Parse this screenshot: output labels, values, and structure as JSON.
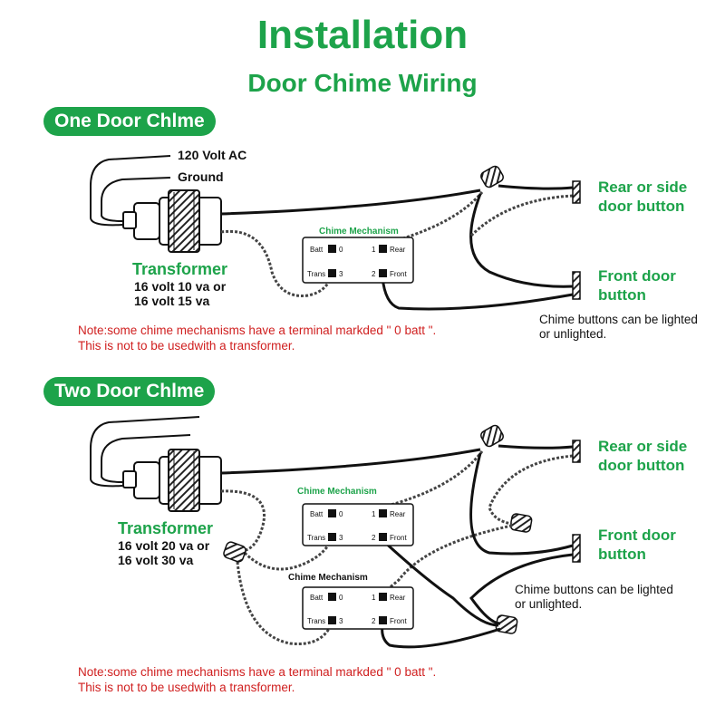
{
  "colors": {
    "accent_green": "#1da34a",
    "note_red": "#d02020",
    "wire": "#111111"
  },
  "header": {
    "title": "Installation",
    "subtitle": "Door Chime Wiring"
  },
  "one_door": {
    "heading": "One Door Chlme",
    "supply_label": "120 Volt AC",
    "ground_label": "Ground",
    "transformer_label": "Transformer",
    "transformer_spec_1": "16 volt 10 va  or",
    "transformer_spec_2": "16 volt 15 va",
    "mechanism_title": "Chime Mechanism",
    "terminals": {
      "batt": "Batt",
      "batt_num": "0",
      "trans": "Trans",
      "trans_num": "3",
      "rear_num": "1",
      "rear": "Rear",
      "front_num": "2",
      "front": "Front"
    },
    "rear_button_1": "Rear or side",
    "rear_button_2": "door button",
    "front_button_1": "Front door",
    "front_button_2": "button",
    "lighted_note_1": "Chime buttons can be lighted",
    "lighted_note_2": "or unlighted.",
    "warning_1": "Note:some chime mechanisms have a terminal markded \" 0 batt \".",
    "warning_2": "This is not to be usedwith a transformer."
  },
  "two_door": {
    "heading": "Two Door Chlme",
    "transformer_label": "Transformer",
    "transformer_spec_1": "16 volt 20 va or",
    "transformer_spec_2": "16 volt 30 va",
    "mechanism_title_top": "Chime Mechanism",
    "mechanism_title_bottom": "Chime Mechanism",
    "terminals": {
      "batt": "Batt",
      "batt_num": "0",
      "trans": "Trans",
      "trans_num": "3",
      "rear_num": "1",
      "rear": "Rear",
      "front_num": "2",
      "front": "Front"
    },
    "rear_button_1": "Rear or side",
    "rear_button_2": "door button",
    "front_button_1": "Front door",
    "front_button_2": "button",
    "lighted_note_1": "Chime buttons can be lighted",
    "lighted_note_2": "or unlighted.",
    "warning_1": "Note:some chime mechanisms have a terminal markded \" 0 batt \".",
    "warning_2": "This is not to be usedwith a transformer."
  }
}
